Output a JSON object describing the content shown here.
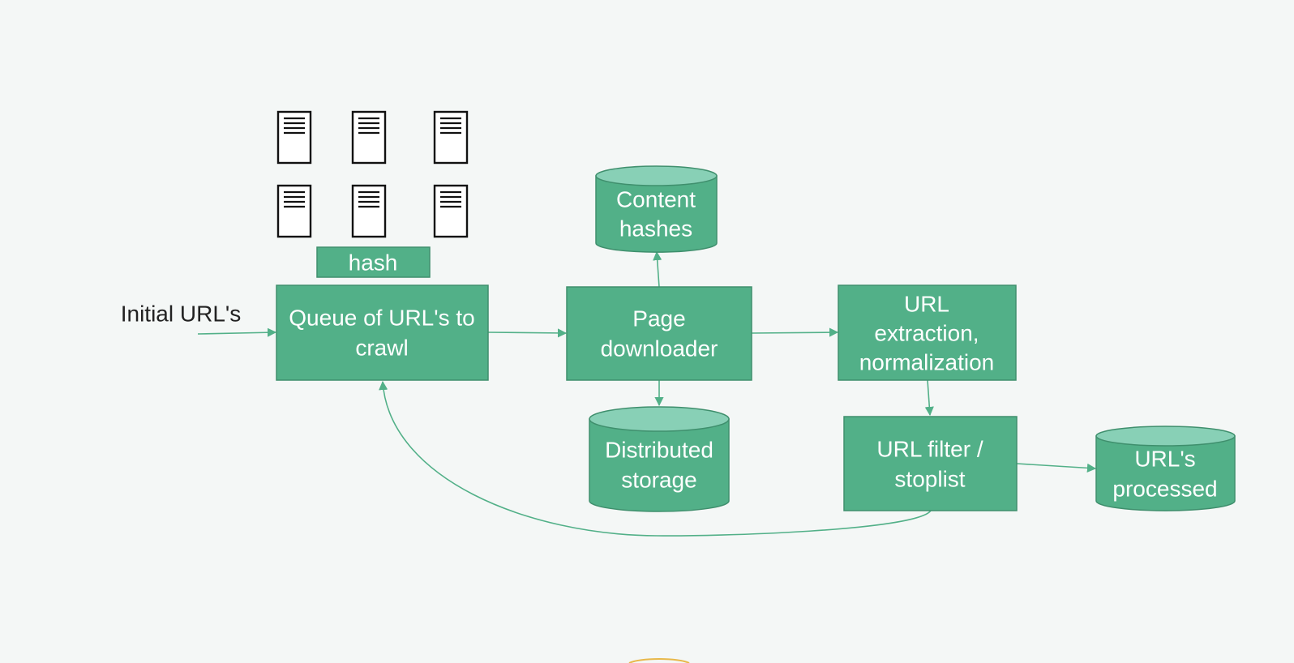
{
  "diagram": {
    "input_label": "Initial URL's",
    "hash_label": "hash",
    "nodes": {
      "queue": [
        "Queue of URL's to",
        "crawl"
      ],
      "downloader": [
        "Page",
        "downloader"
      ],
      "content_hashes": [
        "Content",
        "hashes"
      ],
      "storage": [
        "Distributed",
        "storage"
      ],
      "extraction": [
        "URL",
        "extraction,",
        "normalization"
      ],
      "filter": [
        "URL filter /",
        "stoplist"
      ],
      "processed": [
        "URL's",
        "processed"
      ]
    },
    "document_icon_count": 6,
    "colors": {
      "node_fill": "#52b088",
      "cylinder_top": "#88d0b6",
      "edge": "#52b088",
      "background": "#f4f7f6"
    }
  }
}
